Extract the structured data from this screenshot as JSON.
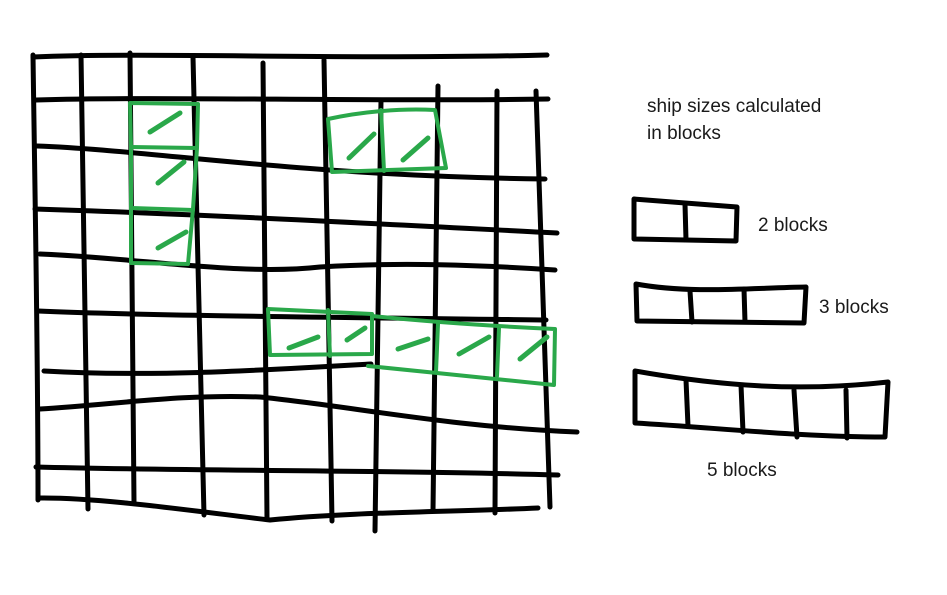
{
  "legend": {
    "caption_line1": "ship sizes calculated",
    "caption_line2": "in blocks",
    "ships": [
      {
        "size": 2,
        "label": "2 blocks"
      },
      {
        "size": 3,
        "label": "3 blocks"
      },
      {
        "size": 5,
        "label": "5 blocks"
      }
    ]
  },
  "board": {
    "ship_color": "#2aa84a",
    "grid_color": "#000000"
  }
}
